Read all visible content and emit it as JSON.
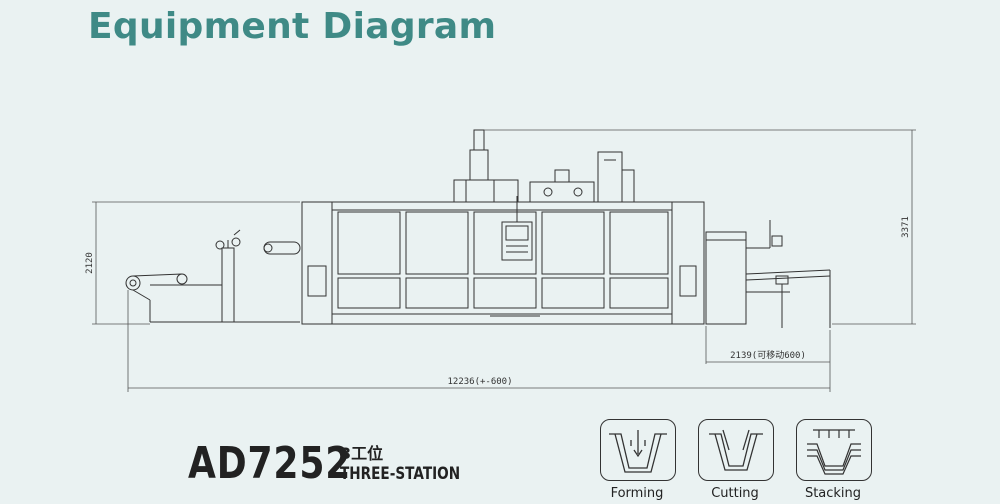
{
  "header": {
    "title": "Equipment Diagram"
  },
  "dimensions": {
    "height_left": "2120",
    "height_right": "3371",
    "stacker_length": "2139(可移动600)",
    "total_length": "12236(+-600)"
  },
  "model": {
    "code": "AD7252",
    "stations_cn": "3工位",
    "stations_en": "THREE-STATION"
  },
  "processes": [
    {
      "label": "Forming",
      "icon": "forming-icon"
    },
    {
      "label": "Cutting",
      "icon": "cutting-icon"
    },
    {
      "label": "Stacking",
      "icon": "stacking-icon"
    }
  ],
  "colors": {
    "title": "#3f8a86",
    "background": "#eaf2f2",
    "line": "#333333"
  }
}
